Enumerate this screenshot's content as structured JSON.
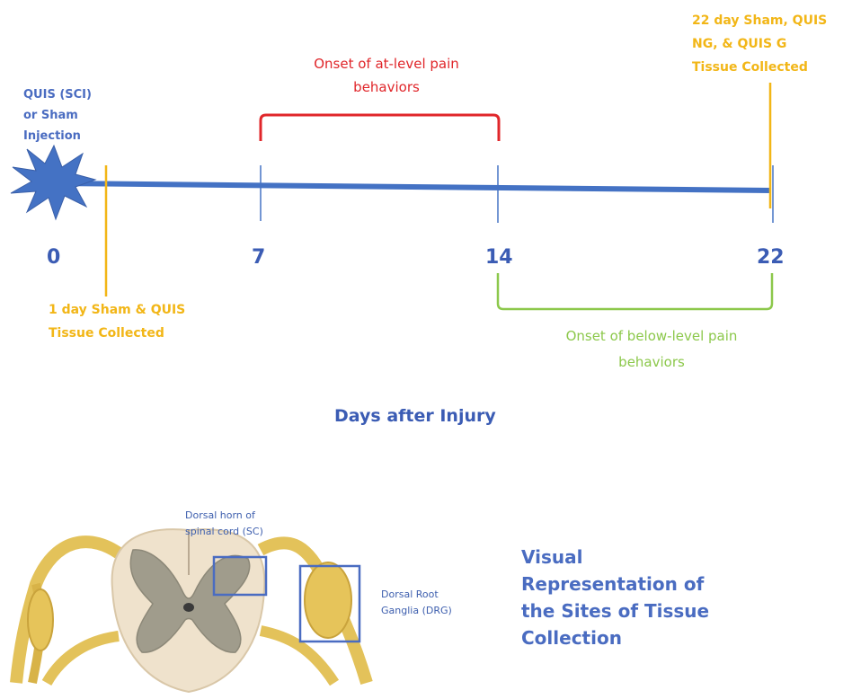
{
  "timeline": {
    "injury_label": [
      "QUIS (SCI)",
      "or Sham",
      "Injection"
    ],
    "day_ticks": [
      "0",
      "7",
      "14",
      "22"
    ],
    "at_level_label": [
      "Onset of at-level pain",
      "behaviors"
    ],
    "below_level_label": [
      "Onset of below-level pain",
      "behaviors"
    ],
    "collect_1day_label": [
      "1 day Sham & QUIS",
      "Tissue Collected"
    ],
    "collect_22day_label": [
      "22 day Sham, QUIS",
      "NG, & QUIS G",
      "Tissue Collected"
    ],
    "axis_title": "Days after Injury"
  },
  "anatomy": {
    "dorsal_horn_label": [
      "Dorsal horn of",
      "spinal cord (SC)"
    ],
    "drg_label": [
      "Dorsal Root",
      "Ganglia (DRG)"
    ],
    "title_lines": [
      "Visual",
      "Representation of",
      "the Sites of Tissue",
      "Collection"
    ]
  },
  "colors": {
    "timeline_blue": "#4472c4",
    "collection_orange": "#f2b617",
    "at_level_red": "#e0262a",
    "below_level_green": "#8cc84b",
    "label_blue": "#4a6cc1"
  }
}
